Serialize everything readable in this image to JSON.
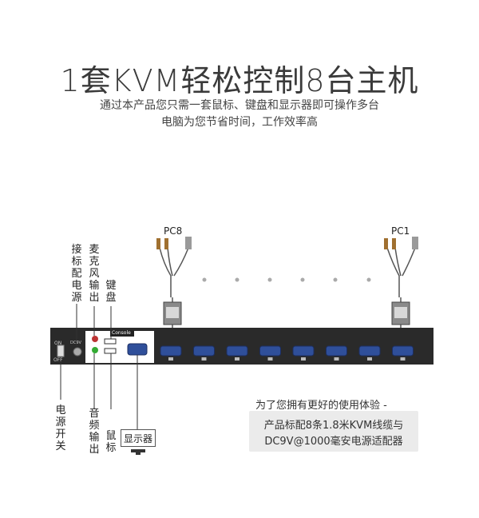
{
  "title": "1套KVM轻松控制8台主机",
  "subtitle": {
    "line1": "通过本产品您只需一套鼠标、键盘和显示器即可操作多台",
    "line2": "电脑为您节省时间，工作效率高"
  },
  "pc_labels": {
    "left": "PC8",
    "right": "PC1"
  },
  "top_labels": {
    "power_in": "接标配电源",
    "mic": "麦克风输出",
    "keyboard": "键盘"
  },
  "bottom_labels": {
    "power_switch": "电源开关",
    "audio_out": "音频输出",
    "mouse": "鼠标",
    "monitor": "显示器"
  },
  "panel_marks": {
    "on": "ON",
    "off": "OFF",
    "dc": "DC9V",
    "console": "Console"
  },
  "bonus": {
    "heading": "为了您拥有更好的使用体验 -",
    "line1": "产品标配8条1.8米KVM线缆与",
    "line2": "DC9V@1000毫安电源适配器"
  },
  "port_count": 8,
  "colors": {
    "panel": "#2a2a2a",
    "port_blue": "#2f4f9a",
    "label_box": "#ebebeb"
  }
}
